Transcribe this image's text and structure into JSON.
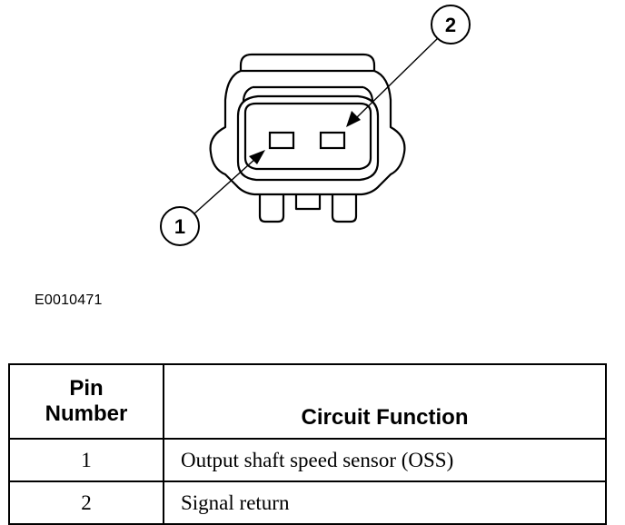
{
  "callouts": [
    {
      "number": "1"
    },
    {
      "number": "2"
    }
  ],
  "figure_id": "E0010471",
  "table": {
    "headers": {
      "pin_line1": "Pin",
      "pin_line2": "Number",
      "function": "Circuit Function"
    },
    "rows": [
      {
        "pin": "1",
        "function": "Output shaft speed sensor (OSS)"
      },
      {
        "pin": "2",
        "function": "Signal return"
      }
    ]
  }
}
